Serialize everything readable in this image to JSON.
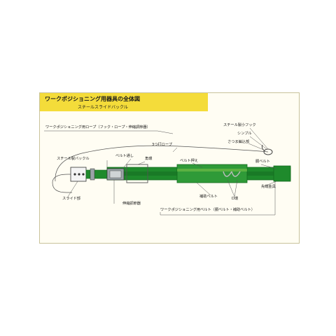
{
  "header": {
    "title": "ワークポジショニング用器具の全体図",
    "subtitle": "スチールスライドバックル"
  },
  "labels": {
    "rope": "ワークポジショニング用ロープ（フック・ロープ・伸縮調節器）",
    "steel_hook": "スチール製小フック",
    "thimble": "シンブル",
    "splice": "さつま編込部",
    "three_strand_rope": "3つ打ロープ",
    "steel_buckle": "スチール製バックル",
    "belt_loop": "ベルト通し",
    "angle": "角環",
    "belt_keeper": "ベルト押え",
    "waist_belt": "胴ベルト",
    "tip_fitting": "先端金具",
    "slide": "スライド部",
    "adjuster": "伸縮調節器",
    "aux_belt": "補助ベルト",
    "d_ring": "D環",
    "positioning_belt": "ワークポジショニング用ベルト（胴ベルト・補助ベルト）"
  },
  "colors": {
    "header_bg": "#f4dc3a",
    "belt_green": "#1f8a2c",
    "belt_dark": "#146a1f",
    "belt_light": "#7cc24a",
    "metal": "#9aa3a8",
    "line": "#333333"
  }
}
